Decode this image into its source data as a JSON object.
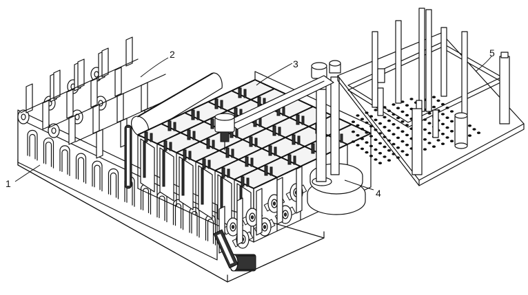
{
  "figure": {
    "callouts": [
      {
        "id": "callout-1",
        "label": "1"
      },
      {
        "id": "callout-2",
        "label": "2"
      },
      {
        "id": "callout-3",
        "label": "3"
      },
      {
        "id": "callout-4",
        "label": "4"
      },
      {
        "id": "callout-5",
        "label": "5"
      }
    ],
    "line_color": "#111111",
    "background_color": "#ffffff"
  }
}
